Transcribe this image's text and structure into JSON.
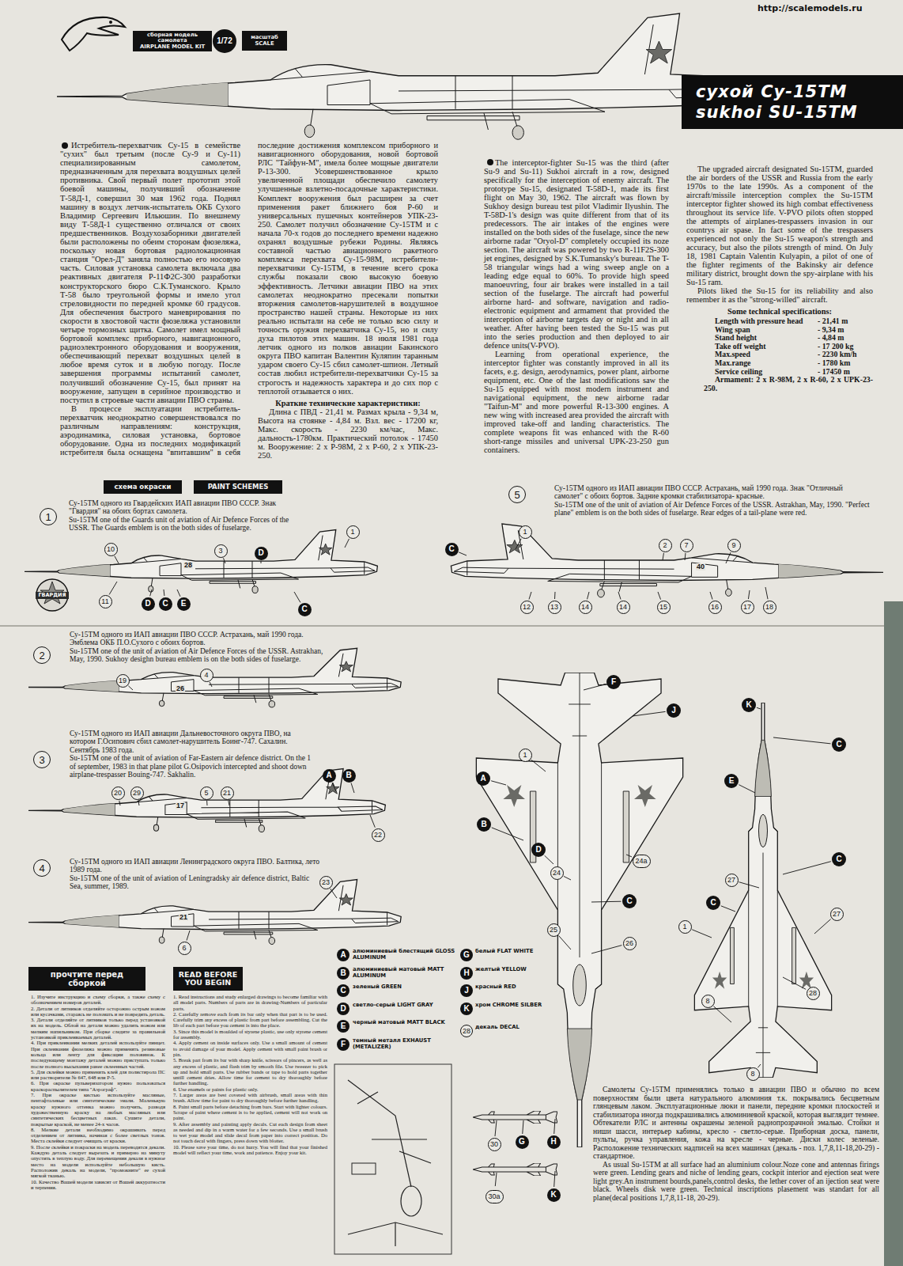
{
  "diagram": {
    "nodes": [
      {
        "text": [
          "сборная модель самолета",
          "AIRPLANE MODEL KIT"
        ]
      },
      {
        "text": [
          "1/72"
        ]
      },
      {
        "text": [
          "масштаб",
          "SCALE"
        ]
      },
      {
        "text": [
          "сухой Су-15ТМ",
          "sukhoi SU-15TM"
        ]
      },
      {
        "text": [
          "схема окраски"
        ]
      },
      {
        "text": [
          "PAINT SCHEMES"
        ]
      },
      {
        "text": [
          "1"
        ]
      },
      {
        "text": [
          "1"
        ]
      },
      {
        "text": [
          "3"
        ]
      },
      {
        "text": [
          "10"
        ]
      },
      {
        "text": [
          "D"
        ]
      },
      {
        "text": [
          "11"
        ]
      },
      {
        "text": [
          "D"
        ]
      },
      {
        "text": [
          "C"
        ]
      },
      {
        "text": [
          "E"
        ]
      },
      {
        "text": [
          "C"
        ]
      },
      {
        "text": [
          "5"
        ]
      },
      {
        "text": [
          "C"
        ]
      },
      {
        "text": [
          "1"
        ]
      },
      {
        "text": [
          "2"
        ]
      },
      {
        "text": [
          "7"
        ]
      },
      {
        "text": [
          "9"
        ]
      },
      {
        "text": [
          "12"
        ]
      },
      {
        "text": [
          "13"
        ]
      },
      {
        "text": [
          "14"
        ]
      },
      {
        "text": [
          "14"
        ]
      },
      {
        "text": [
          "15"
        ]
      },
      {
        "text": [
          "16"
        ]
      },
      {
        "text": [
          "17"
        ]
      },
      {
        "text": [
          "18"
        ]
      },
      {
        "text": [
          "2"
        ]
      },
      {
        "text": [
          "19"
        ]
      },
      {
        "text": [
          "4"
        ]
      },
      {
        "text": [
          "3"
        ]
      },
      {
        "text": [
          "A"
        ]
      },
      {
        "text": [
          "B"
        ]
      },
      {
        "text": [
          "20"
        ]
      },
      {
        "text": [
          "29"
        ]
      },
      {
        "text": [
          "5"
        ]
      },
      {
        "text": [
          "21"
        ]
      },
      {
        "text": [
          "22"
        ]
      },
      {
        "text": [
          "4"
        ]
      },
      {
        "text": [
          "23"
        ]
      },
      {
        "text": [
          "6"
        ]
      },
      {
        "text": [
          "F"
        ]
      },
      {
        "text": [
          "J"
        ]
      },
      {
        "text": [
          "1"
        ]
      },
      {
        "text": [
          "A"
        ]
      },
      {
        "text": [
          "B"
        ]
      },
      {
        "text": [
          "D"
        ]
      },
      {
        "text": [
          "24"
        ]
      },
      {
        "text": [
          "24a"
        ]
      },
      {
        "text": [
          "C"
        ]
      },
      {
        "text": [
          "25"
        ]
      },
      {
        "text": [
          "26"
        ]
      },
      {
        "text": [
          "K"
        ]
      },
      {
        "text": [
          "C"
        ]
      },
      {
        "text": [
          "E"
        ]
      },
      {
        "text": [
          "C"
        ]
      },
      {
        "text": [
          "27"
        ]
      },
      {
        "text": [
          "C"
        ]
      },
      {
        "text": [
          "27"
        ]
      },
      {
        "text": [
          "1"
        ]
      },
      {
        "text": [
          "28"
        ]
      },
      {
        "text": [
          "8"
        ]
      },
      {
        "text": [
          "8"
        ]
      },
      {
        "text": [
          "прочтите перед сборкой"
        ]
      },
      {
        "text": [
          "READ BEFORE YOU BEGIN"
        ]
      },
      {
        "text": [
          "A"
        ]
      },
      {
        "text": [
          "B"
        ]
      },
      {
        "text": [
          "C"
        ]
      },
      {
        "text": [
          "D"
        ]
      },
      {
        "text": [
          "E"
        ]
      },
      {
        "text": [
          "F"
        ]
      },
      {
        "text": [
          "G"
        ]
      },
      {
        "text": [
          "H"
        ]
      },
      {
        "text": [
          "J"
        ]
      },
      {
        "text": [
          "K"
        ]
      },
      {
        "text": [
          "28"
        ]
      },
      {
        "text": [
          "30"
        ]
      },
      {
        "text": [
          "G"
        ]
      },
      {
        "text": [
          "H"
        ]
      },
      {
        "text": [
          "30a"
        ]
      },
      {
        "text": [
          "K"
        ]
      }
    ],
    "labels": [
      "http://scalemodels.ru",
      "Истребитель-перехватчик Су-15 в семействе \"сухих\" был третьим (после Су-9 и Су-11) специализированным самолетом, предназначенным для перехвата воздушных целей противника. Свой первый полет прототип этой боевой машины, получивший обозначение Т-58Д-1, совершил 30 мая 1962 года. Поднял машину в воздух летчик-испытатель ОКБ Сухого Владимир Сергеевич Ильюшин. По внешнему виду Т-58Д-1 существенно отличался от своих предшественников. Воздухозаборники двигателей были расположены по обеим сторонам фюзеляжа, поскольку новая бортовая радиолокационная станция \"Орел-Д\" заняла полностью его носовую часть. Силовая установка самолета включала два реактивных двигателя Р-11Ф2С-300 разработки конструкторского бюро С.К.Туманского. Крыло Т-58 было треугольной формы и имело угол стреловидности по передней кромке 60 градусов. Для обеспечения быстрого маневрирования по скорости в хвостовой части фюзеляжа установили четыре тормозных щитка. Самолет имел мощный бортовой комплекс приборного, навигационного, радиоэлектронного оборудования и вооружения, обеспечивающий перехват воздушных целей в любое время суток и в любую погоду. После завершения программы испытаний самолет, получивший обозначение Су-15, был принят на вооружение, запущен в серийное производство и поступил в строевые части авиации ПВО страны.",
      "В процессе эксплуатации истребитель-перехватчик неоднократно совершенствовался по различным направлениям: конструкция, аэродинамика, силовая установка, бортовое оборудование. Одна из последних модификаций истребителя была оснащена \"впитавшим\" в себя последние достижения комплексом приборного и навигационного оборудования, новой бортовой РЛС \"Тайфун-М\", имела более мощные двигатели Р-13-300. Усовершенствованное крыло увеличенной площади обеспечило самолету улучшенные взлетно-посадочные характеристики. Комплект вооружения был расширен за счет применения ракет ближнего боя Р-60 и универсальных пушечных контейнеров УПК-23-250. Самолет получил обозначение Су-15ТМ и с начала 70-х годов до последнего времени надежно охранял воздушные рубежи Родины. Являясь составной частью авиационного ракетного комплекса перехвата Су-15-98М, истребители-перехватчики Су-15ТМ, в течение всего срока службы показали свою высокую боевую эффективность. Летчики авиации ПВО на этих самолетах неоднократно пресекали попытки вторжения самолетов-нарушителей в воздушное пространство нашей страны. Некоторые из них реально испытали на себе не только всю силу и точность оружия перехватчика Су-15, но и силу духа пилотов этих машин. 18 июля 1981 года летчик одного из полков авиации Бакинского округа ПВО капитан Валентин Куляпин таранным ударом своего Су-15 сбил самолет-шпион. Летный состав любил истребители-перехватчики Су-15 за строгость и надежность характера и до сих пор с теплотой отзывается о них.",
      "Краткие технические характеристики:",
      "Длина с ПВД - 21,41 м. Размах крыла - 9,34 м, Высота на стоянке - 4,84 м. Взл. вес - 17200 кг, Макс. скорость - 2230 км/час, Макс. дальность-1780км. Практический потолок - 17450 м. Вооружение: 2 х Р-98М, 2 х Р-60, 2 х УПК-23-250.",
      "The interceptor-fighter Su-15 was the third (after Su-9 and Su-11) Sukhoi aircraft in a row, designed specifically for the interception of enemy aircraft. The prototype Su-15, designated T-58D-1, made its first flight on May 30, 1962. The aircraft was flown by Sukhoy design bureau test pilot Vladimir Ilyushin. The T-58D-1's design was quite different from that of its predecessors. The air intakes of the engines were installed on the both sides of the fuselage, since the new airborne radar \"Oryol-D\" completely occupied its noze section. The aircraft was powered by two R-11F2S-300 jet engines, designed by S.K.Tumansky's bureau. The T-58 triangular wings had a wing sweep angle on a leading edge equal to 60%. To provide high speed manoeuvring, four air brakes were installed in a tail section of the fuselarge. The aircraft had powerful airborne hard- and software, navigation and radio-electronic equipment and armament that provided the interception of airborne targets day or night and in all weather. After having been tested the Su-15 was put into the series production and then deployed to air defence units(V-PVO).",
      "Learning from operational experience, the interceptor fighter was constantly improved in all its facets, e.g. design, aerodynamics, power plant, airborne equipment, etc. One of the last modifications saw the Su-15 equipped with most modern instrument and navigational equipment, the new airborne radar \"Taifun-M\" and more powerful R-13-300 engines. A new wing with increased area provided the aircraft with improved take-off and landing characteristics. The complete weapons fit was enhanced with the R-60 short-range missiles and universal UPK-23-250 gun containers.",
      "The upgraded aircraft designated Su-15TM, guarded the air borders of the USSR and Russia from the early 1970s to the late 1990s. As a component of the aircraft/missile interception complex the Su-15TM interceptor fighter showed its high combat effectiveness throughout its service life. V-PVO pilots often stopped the attempts of airplanes-trespassers invasion in our countrys air spase. In fact some of the trespassers experienced not only the Su-15 weapon's strength and accuracy, but also the pilots strength of mind. On July 18, 1981 Captain Valentin Kulyapin, a pilot of one of the fighter regiments of the Bakinsky air defence military district, brought down the spy-airplane with his Su-15 ram.",
      "Pilots liked the Su-15 for its reliability and also remember it as the \"strong-willed\" aircraft.",
      "Some technical specifications:",
      "Length with pressure head",
      "- 21,41 m",
      "Wing span",
      "- 9,34 m",
      "Stand height",
      "- 4,84 m",
      "Take off weight",
      "- 17 200 kg",
      "Max.speed",
      "- 2230 km/h",
      "Max.range",
      "- 1780 km",
      "Service ceiling",
      "- 17450 m",
      "Armament: 2 x R-98M, 2 x R-60, 2 x UPK-23-250.",
      "Су-15ТМ одного из Гвардейских ИАП авиации ПВО СССР. Знак \"Гвардия\" на обоих бортах самолета.",
      "Su-15TM one of the Guards unit of aviation of Air Defence Forces of the USSR. The Guards emblem is on the both sides of fuselarge.",
      "Су-15ТМ одного из ИАП авиации ПВО СССР. Астрахань, май 1990 года. Знак \"Отличный самолет\" с обоих бортов. Задние кромки стабилизатора- красные.",
      "Su-15TM one of the unit of aviation of Air Defence Forces of the USSR. Astrakhan, May, 1990. \"Perfect plane\" emblem is on the both sides of fuselarge. Rear edges of a tail-plane were red.",
      "Су-15ТМ одного из ИАП авиации ПВО СССР. Астрахань, май 1990 года. Эмблема ОКБ П.О.Сухого с обоих бортов.",
      "Su-15TM one of the unit of aviation of Air Defence Forces of the USSR. Astrakhan, May, 1990. Sukhoy desighn bureau emblem is on the both sides of fuselarge.",
      "Су-15ТМ одного из ИАП авиации Дальневосточного округа ПВО, на котором Г.Осипович сбил самолет-нарушитель Боинг-747. Сахалин. Сентябрь 1983 года.",
      "Su-15TM one of the unit of aviation of Far-Eastern air defence district. On the 1 of september, 1983 in that plane pilot G.Osipovich intercepted and shoot down airplane-trespasser Bouing-747. Sakhalin.",
      "Су-15ТМ одного из ИАП авиации Ленинградского округа ПВО. Балтика, лето 1989 года.",
      "Su-15TM one of the unit of aviation of Leningradsky air defence district, Baltic Sea, summer, 1989.",
      "ГВАРДИЯ",
      "28",
      "40",
      "26",
      "17",
      "21",
      "1. Изучите инструкцию и схему сборки, а также схему с обозначением номеров деталей.",
      "2. Детали от литников отделяйте осторожно острым ножом или кусачками, стараясь не поломать и не повредить деталь.",
      "3. Детали отделяйте от литников только перед установкой их на модель. Облой на детали можно удалить ножом или мелким напильником. При сборке следите за правильной установкой приклеиваемых деталей.",
      "4. При приклеивании мелких деталей используйте пинцет. При склеивании фюзеляжа можно применять резиновые кольца или ленту для фиксации половинок. К последующему монтажу деталей можно приступать только после полного высыхания ранее склеенных частей.",
      "5. Для склейки можно применять клей для полистирола ПС или растворители № 647, 648 или Р-5.",
      "6. При окраске пульверизатором нужно пользоваться краскораспылителем типа \"Аэрограф\".",
      "7. При окраске кистью используйте масляные, пентафталевые или синтетические эмали. Маленькую краску нужного оттенка можно получить, разводя художественную краску на любых масляных или синтетических бесцветных лаках. Сушите детали, покрытые краской, не менее 24-х часов.",
      "8. Мелкие детали необходимо окрашивать перед отделением от литника, начиная с более светлых тонов. Места склейки следует очищать от краски.",
      "9. После склейки и покраски на модель переводятся декали. Каждую деталь следует вырезать и примерно на минуту опустить в теплую воду. Для перемещения декали в нужное место на модели используйте небольшую кисть. Расположив декаль на модели, \"промокните\" ее сухой мягкой тканью.",
      "10. Качество Вашей модели зависит от Вашей аккуратности и терпения.",
      "1. Read instructions and study enlarged drawings to become familiar with all model parts. Numbers of parts are in drawing-Numbers of particular parts.",
      "2. Carefully remove each from its bar only when that part is to be used. Carefully trim any excess of plastic from part before assembling. Cut the lib of each part before you cement is into the place.",
      "3. Since this model is moulded of styrene plastic, use only styrene cement for assembly.",
      "4. Apply cement on inside surfaces only. Use a small amount of cement to avoid damage of your model. Apply cement with small paint brush or pin.",
      "5. Break part from its bar with sharp knife, scissors of pincers, as well as any excess of plastic, and flash trim by smooth file. Use tweezer to pick up and hold small parts. Use rubber bands or tape to hold parts together untill cement dries. Allow time for cement to dry thoroughly before further handling.",
      "6. Use enamels or paints for plastic only.",
      "7. Larger areas are best covered with airbrush, small areas with thin brush. Allow time for paint to dry thoroughly before further handling.",
      "8. Paint small parts before detaching from bars. Start with lighter colours. Scrape of paint where cement is to be applied, cement will not work on paint.",
      "9. After assembly and painting apply decals. Cut each design from sheet as needed and dip in a warm water for a few seconds. Use a small brush to wet your model and slide decal from paper into correct position. Do not touch decal with fingers, press down with blotter.",
      "10. Please save your time, do not hurry. You will find that your finished model will reflect your time, work and patience. Enjoy your kit.",
      "Самолеты Су-15ТМ применялись только в авиации ПВО и обычно по всем поверхностям были цвета натурального алюминия т.к. покрывались бесцветным глянцевым лаком. Эксплуатационные люки и панели, передние кромки плоскостей и стабилизатора иногда подкрашивались алюминиевой краской, которая выглядит темнее. Обтекатели РЛС и антенны окрашены зеленой радиопрозрачной эмалью. Стойки и ниши шасси, интерьер кабины, кресло - светло-серые. Приборная доска, панели, пульты, ручка управления, кожа на кресле - черные. Диски колес зеленые. Расположение технических надписей на всех машинах (декаль - поз. 1,7,8,11-18,20-29) - стандартное.",
      "As usual Su-15TM at all surface had an aluminium colour.Noze cone and antennas firings were green. Lending gears and niche of lending gears, cockpit interior and ejection seat were light grey.An instrument bourds,panels,control desks, the lether cover of an ijection seat were black. Wheels disk were green. Technical inscriptions plasement was standart for all plane(decal positions 1,7,8,11-18, 20-29)."
    ],
    "legend": [
      {
        "text": "алюминиевый блестящий GLOSS ALUMINUM"
      },
      {
        "text": "алюминиевый матовый MATT ALUMINUM"
      },
      {
        "text": "зеленый GREEN"
      },
      {
        "text": "светло-серый LIGHT GRAY"
      },
      {
        "text": "черный матовый MATT BLACK"
      },
      {
        "text": "темный металл EXHAUST (METALIZER)"
      },
      {
        "text": "белый FLAT WHITE"
      },
      {
        "text": "желтый YELLOW"
      },
      {
        "text": "красный RED"
      },
      {
        "text": "хром CHROME SILBER"
      },
      {
        "text": "декаль DECAL"
      }
    ]
  }
}
